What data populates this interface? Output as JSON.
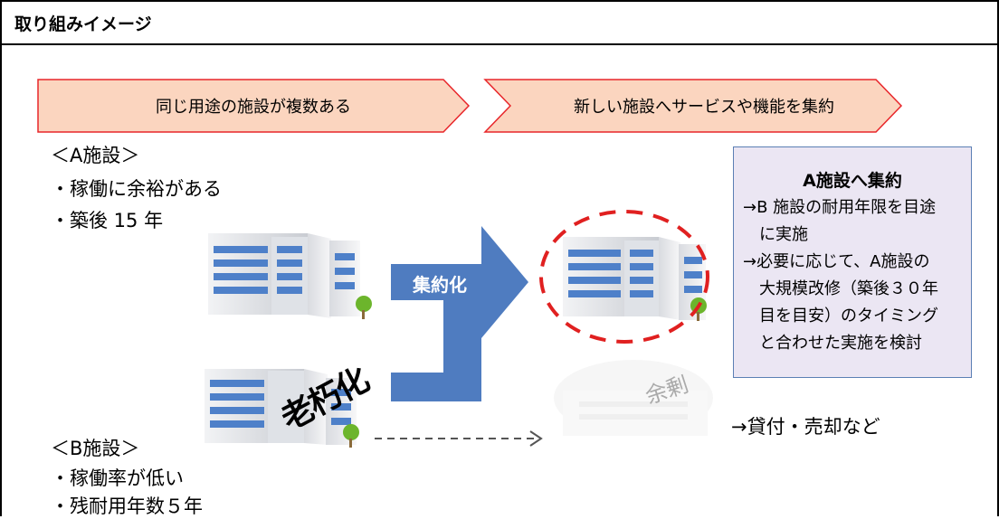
{
  "header": {
    "title": "取り組みイメージ"
  },
  "arrows": {
    "left": "同じ用途の施設が複数ある",
    "right": "新しい施設へサービスや機能を集約"
  },
  "facility_a": {
    "title": "＜A施設＞",
    "bullets": [
      "・稼働に余裕がある",
      "・築後 15 年"
    ]
  },
  "facility_b": {
    "title": "＜B施設＞",
    "bullets": [
      "・稼働率が低い",
      "・残耐用年数５年"
    ]
  },
  "consolidate_label": "集約化",
  "aging_label": "老朽化",
  "surplus_label": "余剰",
  "callout": {
    "title": "A施設へ集約",
    "lines": [
      "→B 施設の耐用年限を目途",
      "　に実施",
      "→必要に応じて、A施設の",
      "　大規模改修（築後３０年",
      "　目を目安）のタイミング",
      "　と合わせた実施を検討"
    ]
  },
  "lend_sell": "→貸付・売却など",
  "colors": {
    "arrow_fill": "#fbd5bf",
    "arrow_border": "#e8262a",
    "blue_arrow": "#4f7cc0",
    "callout_bg": "#ebe6f3",
    "callout_border": "#5b7fb4",
    "dashed_circle": "#e02020"
  }
}
